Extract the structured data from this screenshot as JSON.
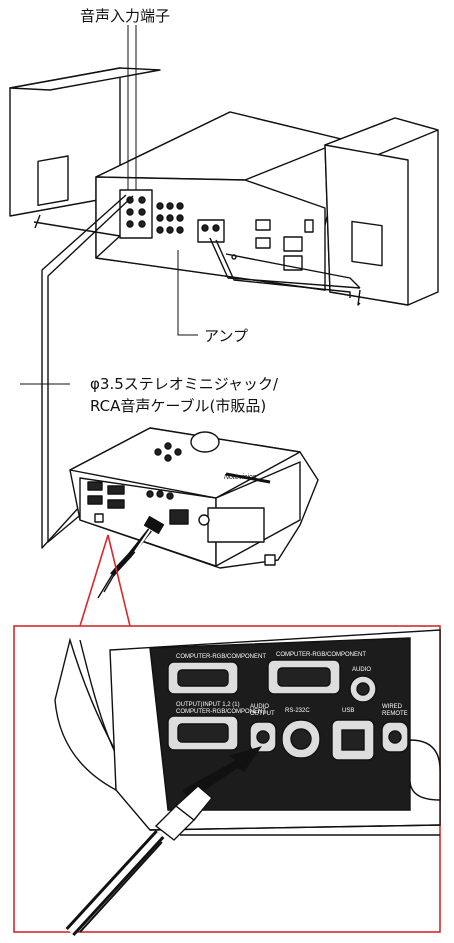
{
  "labels": {
    "audio_input_terminal": "音声入力端子",
    "amplifier": "アンプ",
    "cable_line1": "φ3.5ステレオミニジャック/",
    "cable_line2": "RCA音声ケーブル(市販品)"
  },
  "panel_labels": {
    "computer_rgb_component_1": "COMPUTER-RGB/COMPONENT",
    "computer_rgb_component_2": "COMPUTER-RGB/COMPONENT",
    "output_input": "OUTPUT(INPUT 1,2 (1)",
    "output_sub": "COMPUTER-RGB/COMPONENT",
    "audio_in": "AUDIO",
    "audio_output": "AUDIO",
    "audio_output2": "OUTPUT",
    "rs232c": "RS-232C",
    "usb": "USB",
    "wired": "WIRED",
    "remote": "REMOTE",
    "brand": "Notevision"
  },
  "colors": {
    "line": "#111111",
    "callout": "#d7282f",
    "fill": "#ffffff",
    "dark": "#1a1a1a"
  }
}
